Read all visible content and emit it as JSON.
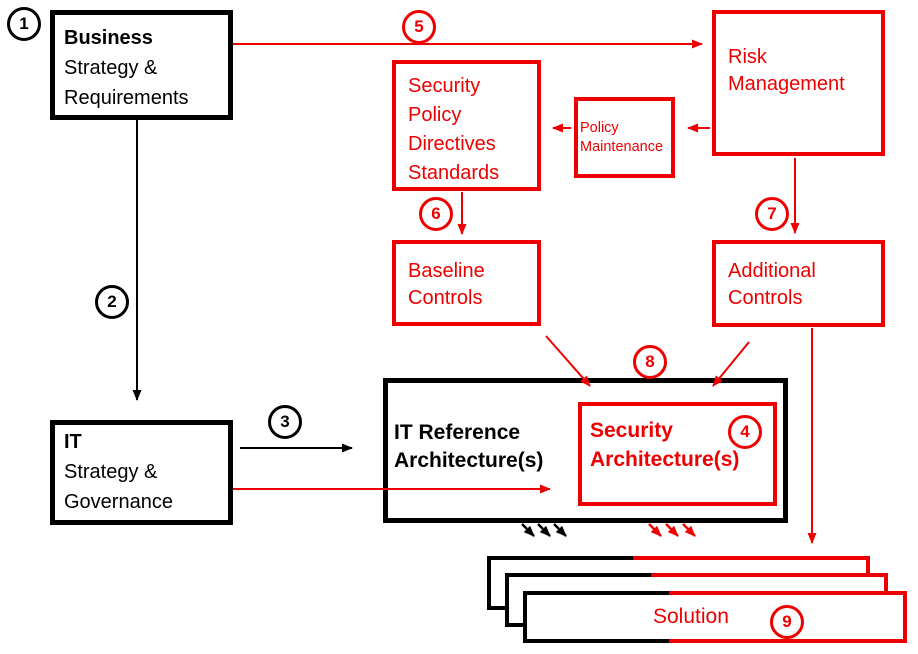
{
  "diagram": {
    "colors": {
      "red": "#ee0000",
      "black": "#000000"
    },
    "badges": {
      "b1": "1",
      "b2": "2",
      "b3": "3",
      "b4": "4",
      "b5": "5",
      "b6": "6",
      "b7": "7",
      "b8": "8",
      "b9": "9"
    },
    "nodes": {
      "business": {
        "title": "Business",
        "body": "Strategy &\nRequirements"
      },
      "it": {
        "title": "IT",
        "body": "Strategy &\nGovernance"
      },
      "security_policy": {
        "body": "Security\nPolicy\nDirectives\nStandards"
      },
      "policy_maintenance": {
        "body": "Policy\nMaintenance"
      },
      "risk_management": {
        "body": "Risk\nManagement"
      },
      "baseline_controls": {
        "body": "Baseline\nControls"
      },
      "additional_controls": {
        "body": "Additional\nControls"
      },
      "it_reference": {
        "title": "IT Reference\nArchitecture(s)"
      },
      "security_architecture": {
        "title": "Security\nArchitecture(s)"
      },
      "solution": {
        "label": "Solution"
      }
    }
  }
}
